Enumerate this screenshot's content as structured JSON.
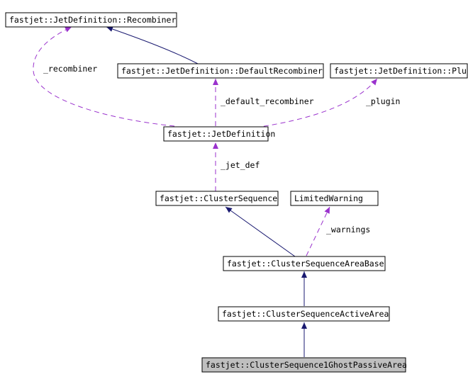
{
  "colors": {
    "inheritance_edge": "#191970",
    "usage_edge": "#9a32cd",
    "node_fill": "#ffffff",
    "highlight_fill": "#bfbfbf",
    "node_stroke": "#000000"
  },
  "nodes": {
    "recombiner": "fastjet::JetDefinition::Recombiner",
    "default_recombiner": "fastjet::JetDefinition::DefaultRecombiner",
    "plugin": "fastjet::JetDefinition::Plu",
    "jet_definition": "fastjet::JetDefinition",
    "cluster_sequence": "fastjet::ClusterSequence",
    "limited_warning": "LimitedWarning",
    "area_base": "fastjet::ClusterSequenceAreaBase",
    "active_area": "fastjet::ClusterSequenceActiveArea",
    "ghost_passive_area": "fastjet::ClusterSequence1GhostPassiveArea"
  },
  "edge_labels": {
    "recombiner": "_recombiner",
    "default_recombiner": "_default_recombiner",
    "plugin": "_plugin",
    "jet_def": "_jet_def",
    "warnings": "_warnings"
  }
}
